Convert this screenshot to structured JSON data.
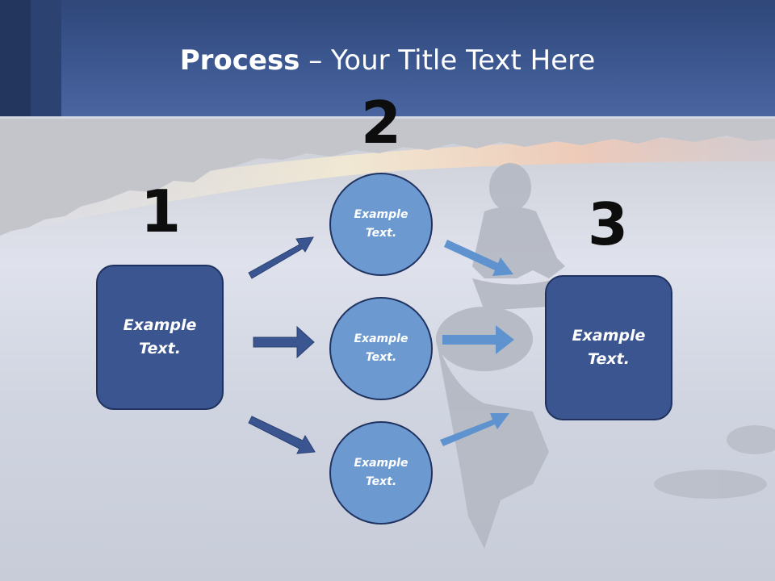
{
  "colors": {
    "header": "#3d5891",
    "box_fill": "#3b5590",
    "box_border": "#1f3260",
    "circle_fill": "#6c9ad0",
    "arrow_dark": "#3b5590",
    "arrow_light": "#5f93cf",
    "number_text": "#0d0d0d"
  },
  "title": {
    "bold": "Process",
    "rest": " – Your Title Text Here"
  },
  "steps": {
    "one": "1",
    "two": "2",
    "three": "3"
  },
  "nodes": {
    "left_box": "Example Text.",
    "circle_top": "Example Text.",
    "circle_middle": "Example Text.",
    "circle_bottom": "Example Text.",
    "right_box": "Example Text."
  }
}
